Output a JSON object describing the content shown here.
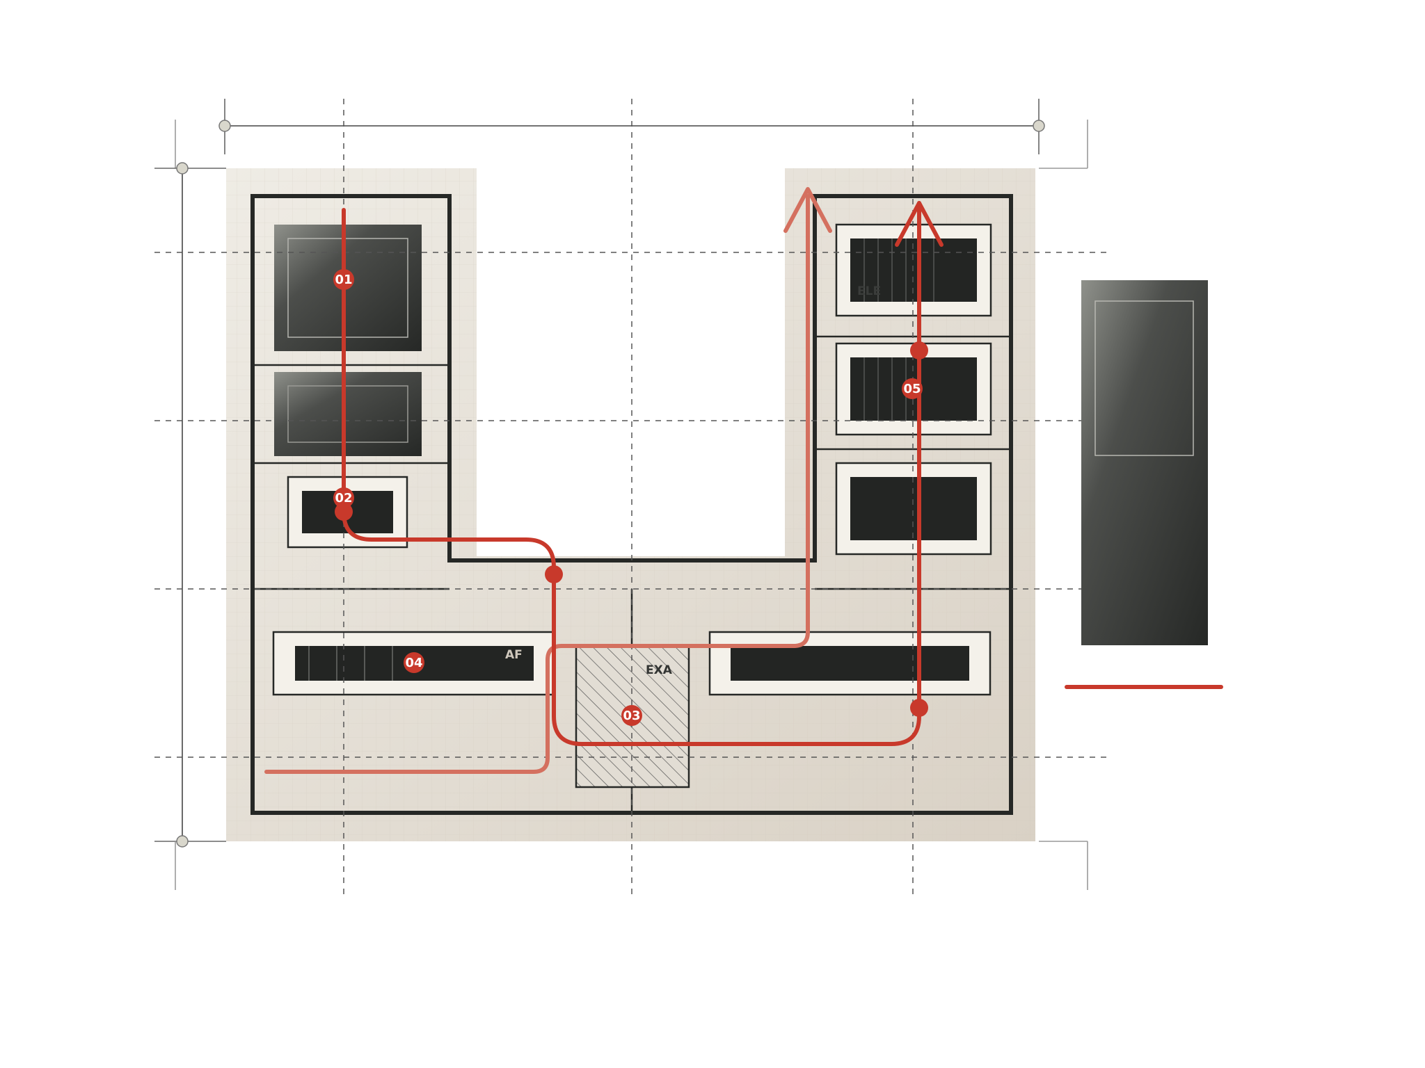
{
  "colors": {
    "route": "#c8392b",
    "route_faded": "#d4705f",
    "wall": "#262826",
    "floor_light": "#efebe3",
    "floor_dark": "#dcd5ca",
    "panel_fill": "#f4f1ea",
    "block_dark": "#232523",
    "dimension_line": "#555555"
  },
  "markers": [
    "01",
    "02",
    "03",
    "04",
    "05"
  ],
  "labels": {
    "room_right_top": "ELE",
    "room_bottom_left": "AF",
    "room_center": "EXA"
  },
  "icons": {
    "arrow_main": "arrow-up-icon",
    "arrow_faded": "arrow-up-icon"
  }
}
